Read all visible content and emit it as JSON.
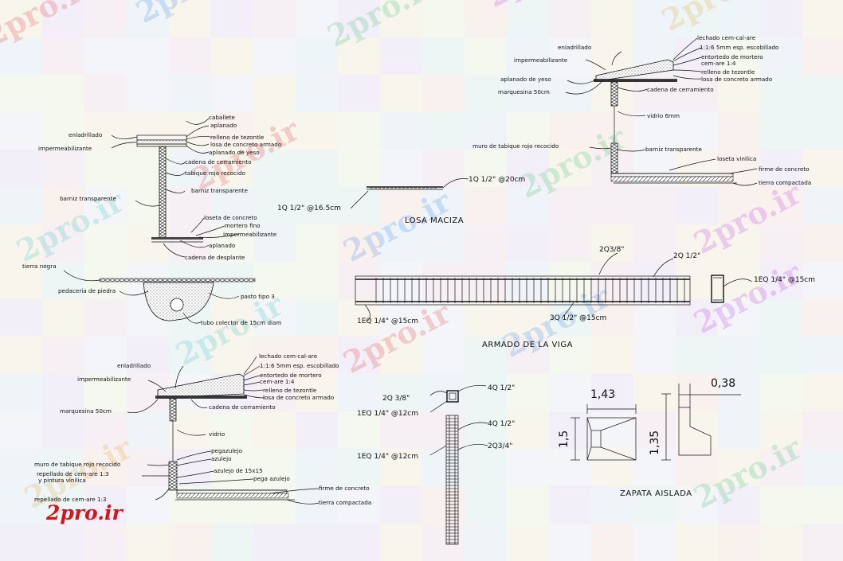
{
  "watermark": "2pro.ir",
  "logo": "2pro.ir",
  "detail_top_right": {
    "labels": [
      "enladrillado",
      "impermeabilizante",
      "aplanado de yeso",
      "marquesina 50cm",
      "lechado cem-cal-are",
      "1:1:6 5mm esp. escobillado",
      "entortedo de mortero",
      "cem-are 1:4",
      "relleno de tezontle",
      "losa de concreto armado",
      "cadena de cerramiento",
      "vidrio 6mm",
      "muro de tabique rojo recocido",
      "barniz transparente",
      "loseta vinilica",
      "firme de concreto",
      "tierra compactada"
    ]
  },
  "detail_top_left": {
    "labels": [
      "caballete",
      "aplanado",
      "enladrillado",
      "impermeabilizante",
      "relleno de tezontle",
      "losa de concreto armado",
      "aplanado de yeso",
      "cadena de cerramiento",
      "tabique rojo recocido",
      "barniz transparente",
      "barniz transparente",
      "loseta de concreto",
      "mortero fino",
      "impermeabilizante",
      "aplanado",
      "cadena de desplante"
    ]
  },
  "drain_detail": {
    "labels": [
      "tierra negra",
      "pedaceria de piedra",
      "pasto tipo 3",
      "tubo colector de 15cm diam"
    ]
  },
  "losa": {
    "title": "LOSA MACIZA",
    "bar_right": "1Q 1/2\" @20cm",
    "bar_left": "1Q 1/2\" @16.5cm"
  },
  "viga": {
    "title": "ARMADO DE LA VIGA",
    "top_bar_1": "2Q3/8\"",
    "top_bar_2": "2Q 1/2\"",
    "stirrup_right": "1EQ 1/4\" @15cm",
    "bottom_left": "1EQ 1/4\" @15cm",
    "bottom_mid": "3Q 1/2\" @15cm"
  },
  "detail_bottom_left": {
    "labels": [
      "enladrillado",
      "impermeabilizante",
      "marquesina 50cm",
      "lechado cem-cal-are",
      "1:1:6 5mm esp. escobillado",
      "entortedo de mortero",
      "cem-are 1:4",
      "relleno de tezontle",
      "losa de concreto armado",
      "cadena de cerramiento",
      "vidrio",
      "pegazulejo",
      "azulejo",
      "azulejo de 15x15",
      "pega azulejo",
      "muro de tabique rojo recocido",
      "repellado de cem-are 1:3",
      "y pintura vinilica",
      "repellado de cem-are 1:3",
      "firme de concreto",
      "tierra compactada"
    ]
  },
  "column": {
    "labels": [
      "2Q 3/8\"",
      "4Q 1/2\"",
      "1EQ 1/4\" @12cm",
      "4Q 1/2\"",
      "1EQ 1/4\" @12cm",
      "2Q3/4\""
    ]
  },
  "zapata": {
    "title": "ZAPATA AISLADA",
    "dim_width": "1,43",
    "dim_height_a": "1,5",
    "dim_height_b": "1,35",
    "dim_step": "0,38"
  }
}
